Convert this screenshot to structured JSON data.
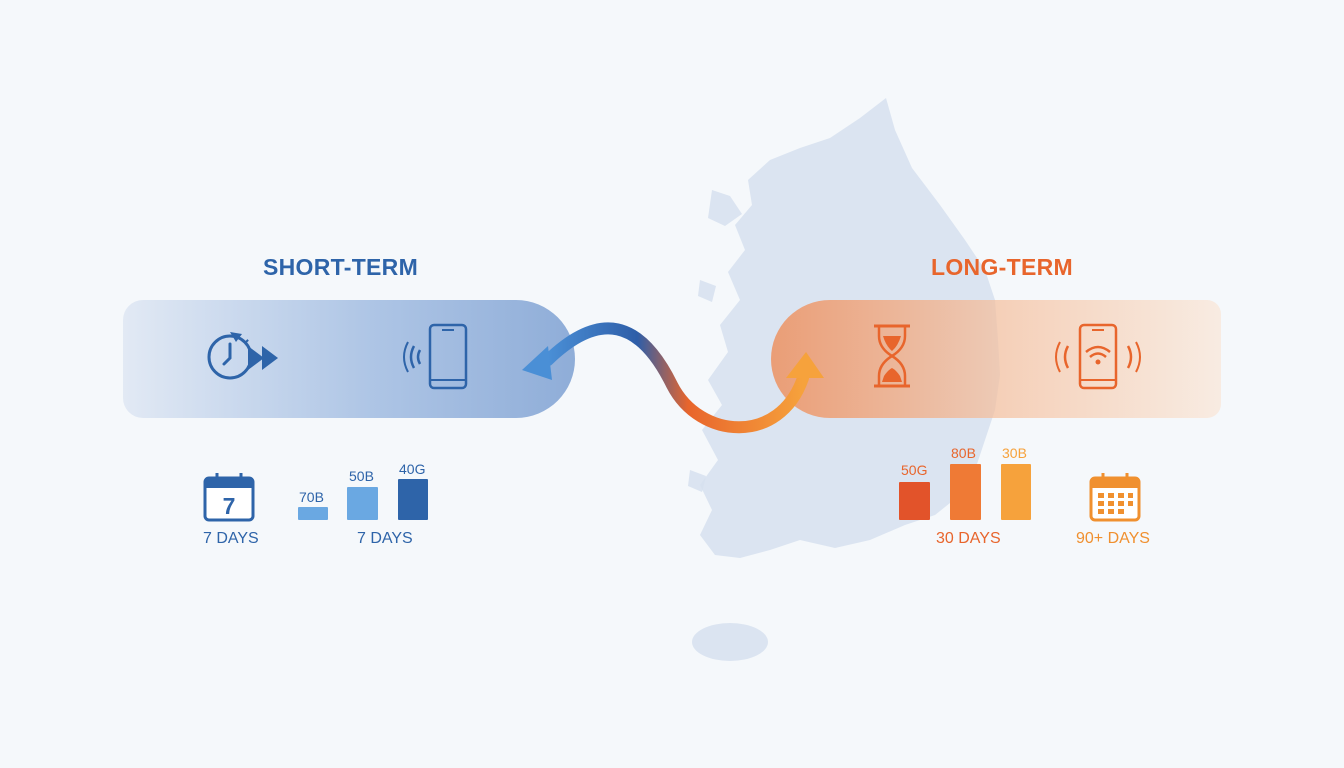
{
  "short_term": {
    "title": "SHORT-TERM",
    "calendar_number": "7",
    "calendar_caption": "7 DAYS",
    "bars": [
      {
        "label": "70B",
        "value": 1
      },
      {
        "label": "50B",
        "value": 2
      },
      {
        "label": "40G",
        "value": 3
      }
    ],
    "bars_caption": "7 DAYS"
  },
  "long_term": {
    "title": "LONG-TERM",
    "bars": [
      {
        "label": "50G",
        "value": 2
      },
      {
        "label": "80B",
        "value": 3
      },
      {
        "label": "30B",
        "value": 3
      }
    ],
    "bars_caption": "30 DAYS",
    "calendar_caption": "90+ DAYS"
  },
  "colors": {
    "blue": "#2e64a9",
    "light_blue": "#6aa8e2",
    "orange": "#e8652c",
    "light_orange": "#f6a23c",
    "map": "#d6e0ee"
  },
  "icons": [
    "stopwatch-fast-forward-icon",
    "smartphone-signal-icon",
    "calendar-icon",
    "hourglass-icon",
    "smartphone-wifi-icon",
    "calendar-grid-icon"
  ]
}
